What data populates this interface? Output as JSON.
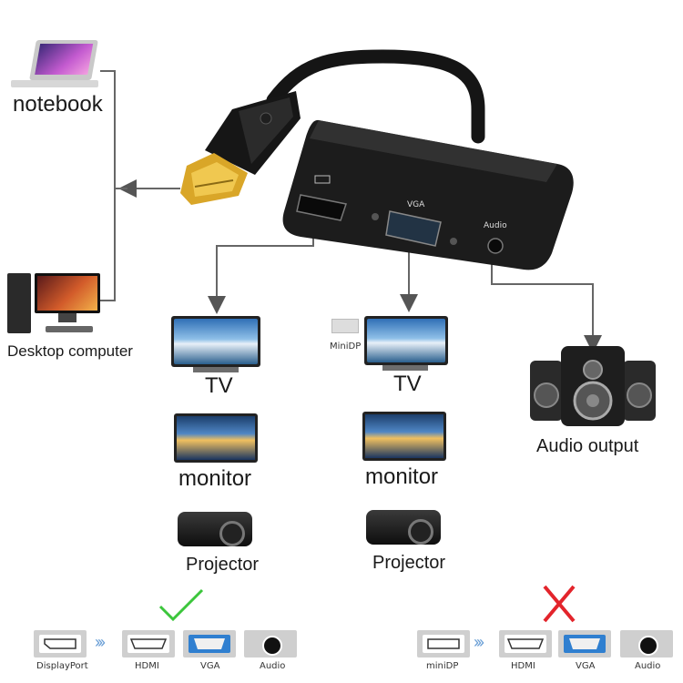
{
  "devices": {
    "notebook": "notebook",
    "desktop": "Desktop computer"
  },
  "adapter": {
    "port_vga": "VGA",
    "port_audio": "Audio"
  },
  "outputs": {
    "hdmi_column": {
      "tv": "TV",
      "monitor": "monitor",
      "projector": "Projector"
    },
    "vga_column": {
      "tv": "TV",
      "monitor": "monitor",
      "projector": "Projector",
      "minidp_tag": "MiniDP"
    },
    "audio": "Audio output"
  },
  "compat_left": {
    "status": "check",
    "source": "DisplayPort",
    "targets": [
      "HDMI",
      "VGA",
      "Audio"
    ]
  },
  "compat_right": {
    "status": "cross",
    "source": "miniDP",
    "targets": [
      "HDMI",
      "VGA",
      "Audio"
    ]
  },
  "colors": {
    "check": "#3cc63c",
    "cross": "#e3242b",
    "arrow": "#6a9fd6",
    "adapter": "#1c1c1c"
  }
}
